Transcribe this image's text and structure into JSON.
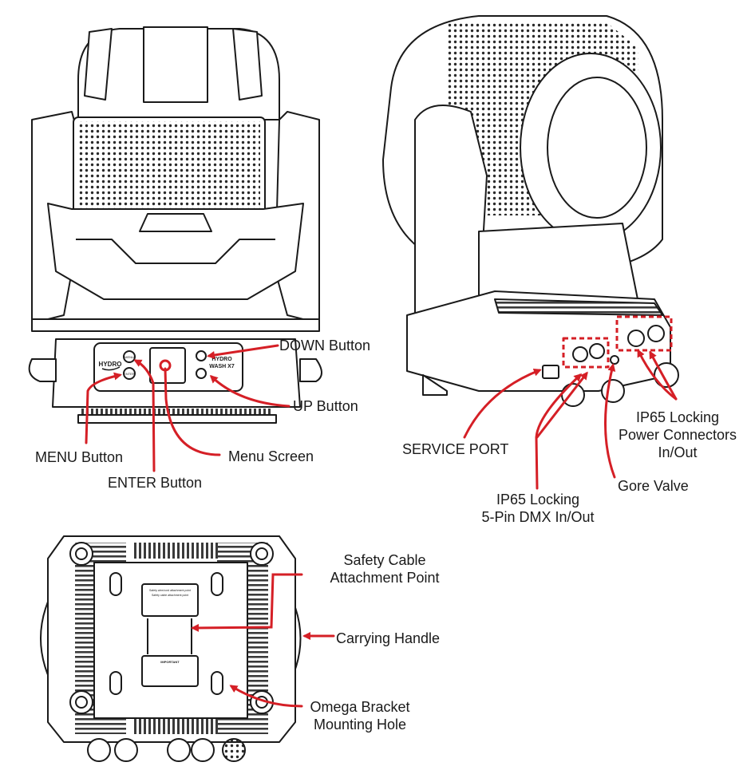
{
  "colors": {
    "callout": "#d51f26",
    "line": "#1a1a1a",
    "dotted": "#777777",
    "fill": "#ffffff"
  },
  "icons": {
    "callout_arrow": "arrow-head-icon"
  },
  "front_view": {
    "brand": "HYDRO",
    "model_line1": "HYDRO",
    "model_line2": "WASH X7",
    "menu_key": "MENU",
    "enter_key": "ENTER"
  },
  "bottom_view": {
    "sticker_top_heading": "Safety wire/cord attachment point",
    "sticker_top_sub": "Safety cable attachment point",
    "sticker_bottom_heading": "IMPORTANT"
  },
  "labels": {
    "down_button": "DOWN Button",
    "up_button": "UP Button",
    "menu_button": "MENU Button",
    "enter_button": "ENTER Button",
    "menu_screen": "Menu Screen",
    "service_port": "SERVICE PORT",
    "dmx_line1": "IP65 Locking",
    "dmx_line2": "5-Pin DMX In/Out",
    "gore_valve": "Gore Valve",
    "power_line1": "IP65 Locking",
    "power_line2": "Power Connectors",
    "power_line3": "In/Out",
    "safety_line1": "Safety Cable",
    "safety_line2": "Attachment Point",
    "carrying_handle": "Carrying Handle",
    "omega_line1": "Omega Bracket",
    "omega_line2": "Mounting Hole"
  }
}
